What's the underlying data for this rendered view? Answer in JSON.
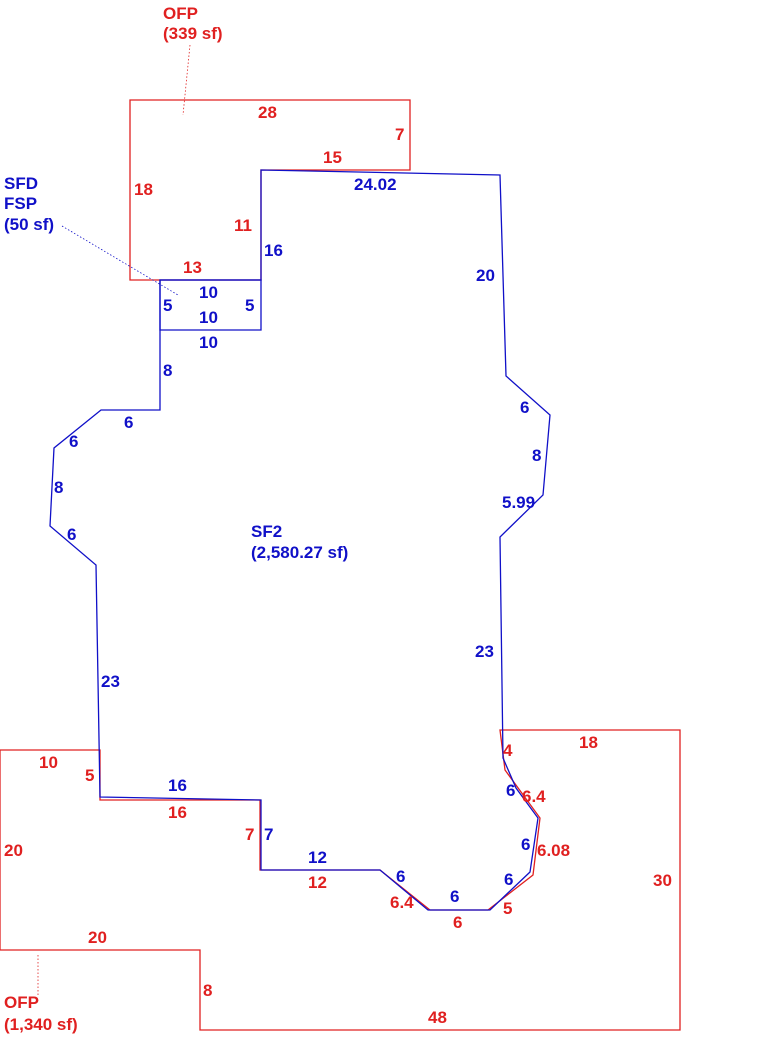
{
  "colors": {
    "red": "#e02020",
    "blue": "#1010c8"
  },
  "areas": {
    "ofp_top": {
      "name": "OFP",
      "area": "(339 sf)"
    },
    "sfd_fsp": {
      "name1": "SFD",
      "name2": "FSP",
      "area": "(50 sf)"
    },
    "sf2": {
      "name": "SF2",
      "area": "(2,580.27 sf)"
    },
    "ofp_bottom": {
      "name": "OFP",
      "area": "(1,340 sf)"
    }
  },
  "dims": {
    "r28": "28",
    "r7a": "7",
    "r15": "15",
    "r18a": "18",
    "r11": "11",
    "r13": "13",
    "b24_02": "24.02",
    "b16a": "16",
    "b20": "20",
    "f5a": "5",
    "f10a": "10",
    "f5b": "5",
    "f10b": "10",
    "f10c": "10",
    "b8a": "8",
    "b6a": "6",
    "b6b": "6",
    "b8b": "8",
    "b6c": "6",
    "b23a": "23",
    "b6d": "6",
    "b8c": "8",
    "b5_99": "5.99",
    "b23b": "23",
    "r10": "10",
    "r5a": "5",
    "b16b": "16",
    "r16": "16",
    "r20a": "20",
    "r7b": "7",
    "b7": "7",
    "b12": "12",
    "r12": "12",
    "b6e": "6",
    "r6_4a": "6.4",
    "b6f": "6",
    "r6": "6",
    "r5b": "5",
    "b6g": "6",
    "b6h": "6",
    "r6_08": "6.08",
    "b6i": "6",
    "r6_4b": "6.4",
    "r4": "4",
    "r18b": "18",
    "r30": "30",
    "r20b": "20",
    "r8": "8",
    "r48": "48"
  }
}
